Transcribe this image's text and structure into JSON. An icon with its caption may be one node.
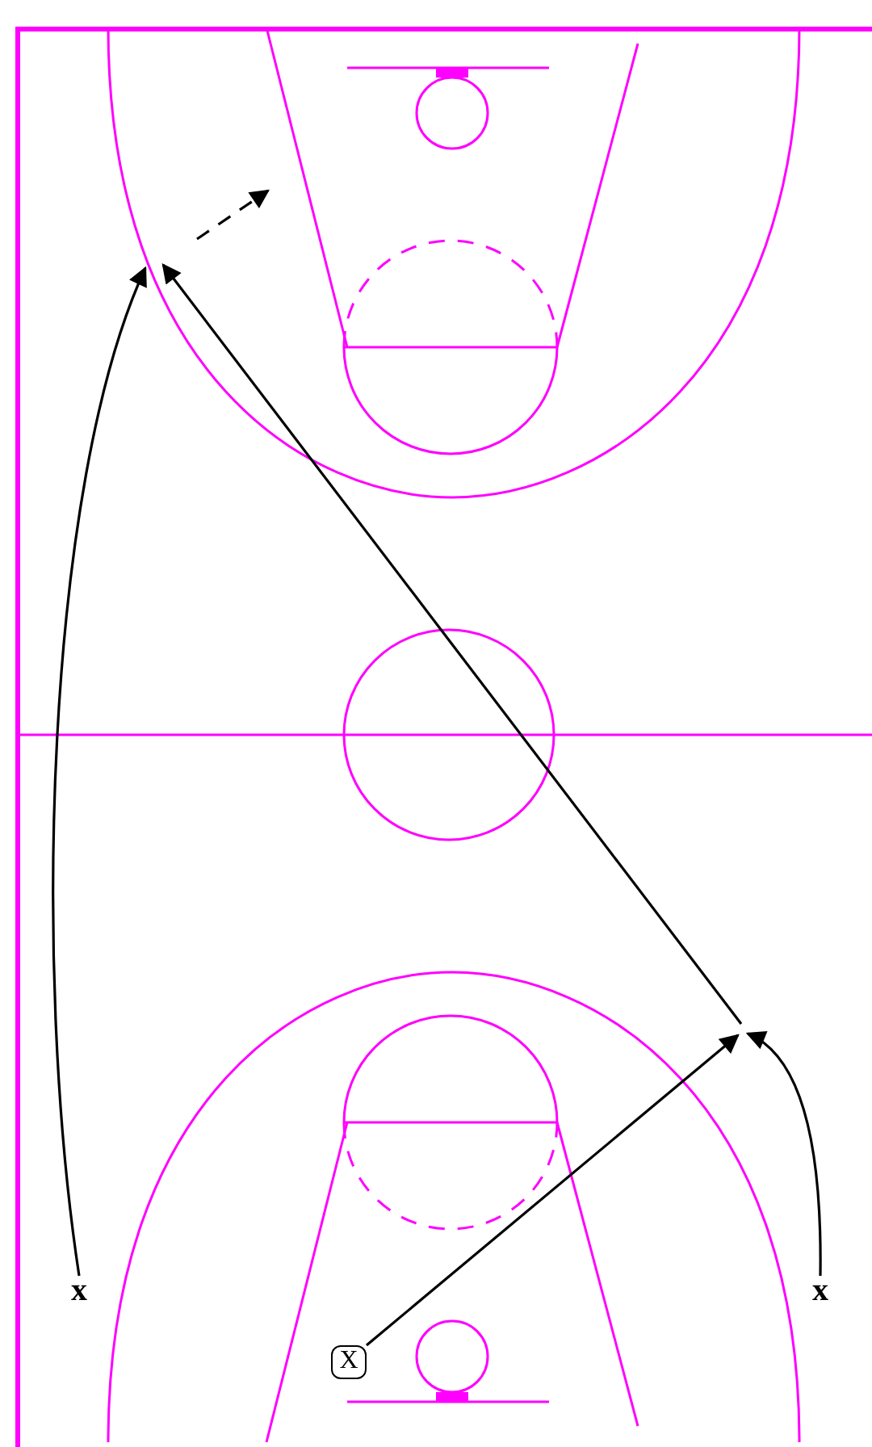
{
  "diagram": {
    "nodes": [
      {
        "text": [
          "x"
        ]
      },
      {
        "text": [
          "x"
        ]
      },
      {
        "text": [
          "X"
        ]
      }
    ],
    "edges": [
      {
        "from": 0,
        "to": null,
        "arrow": "to"
      },
      {
        "from": 1,
        "to": null,
        "arrow": "to"
      },
      {
        "from": 2,
        "to": null,
        "arrow": "to"
      }
    ]
  }
}
